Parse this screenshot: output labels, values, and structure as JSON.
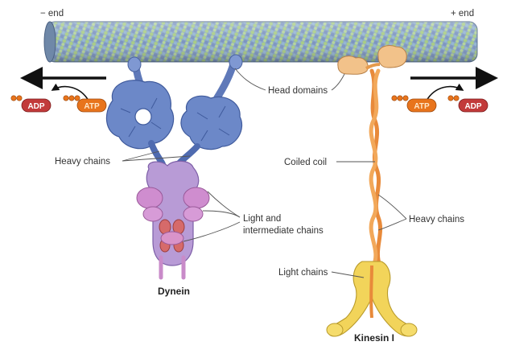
{
  "microtubule": {
    "minus_end_label": "− end",
    "plus_end_label": "+ end",
    "color_a": "#8fa8c4",
    "color_b": "#a9c98a"
  },
  "dynein": {
    "name": "Dynein",
    "color": "#6b86c4",
    "light_chain_color": "#c98bc9",
    "inner_color": "#d36a6a",
    "labels": {
      "heavy_chains": "Heavy chains",
      "light_intermediate_line1": "Light and",
      "light_intermediate_line2": "intermediate chains"
    },
    "cycle": {
      "adp": "ADP",
      "atp": "ATP",
      "direction": "toward minus end"
    }
  },
  "kinesin": {
    "name": "Kinesin I",
    "color": "#e8903f",
    "light_chain_color": "#f2d45a",
    "labels": {
      "head_domains": "Head domains",
      "coiled_coil": "Coiled coil",
      "heavy_chains": "Heavy chains",
      "light_chains": "Light chains"
    },
    "cycle": {
      "atp": "ATP",
      "adp": "ADP",
      "direction": "toward plus end"
    }
  },
  "colors": {
    "adp_pill": "#c23a3a",
    "atp_pill": "#e8741c",
    "phosphate": "#e8741c",
    "arrow": "#111111"
  }
}
